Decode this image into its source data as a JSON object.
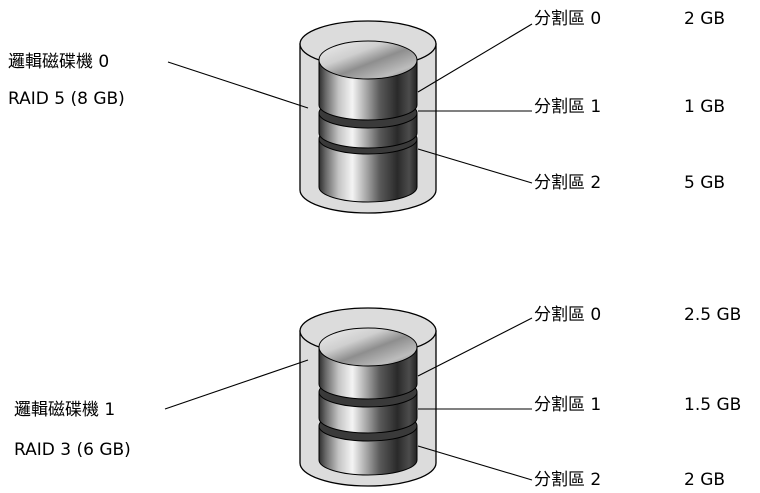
{
  "drives": [
    {
      "name": "邏輯磁碟機 0",
      "raid": "RAID 5 (8 GB)",
      "partitions": [
        {
          "label": "分割區 0",
          "size": "2 GB"
        },
        {
          "label": "分割區 1",
          "size": "1 GB"
        },
        {
          "label": "分割區 2",
          "size": "5 GB"
        }
      ]
    },
    {
      "name": "邏輯磁碟機 1",
      "raid": "RAID 3 (6 GB)",
      "partitions": [
        {
          "label": "分割區 0",
          "size": "2.5 GB"
        },
        {
          "label": "分割區 1",
          "size": "1.5 GB"
        },
        {
          "label": "分割區 2",
          "size": "2 GB"
        }
      ]
    }
  ]
}
